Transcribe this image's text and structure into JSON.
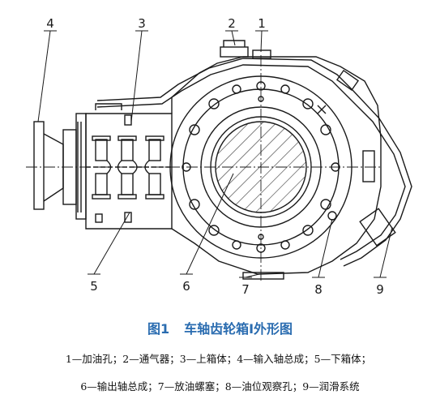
{
  "figure": {
    "number": "图1",
    "title": "车轴齿轮箱Ⅰ外形图"
  },
  "callouts": [
    "1",
    "2",
    "3",
    "4",
    "5",
    "6",
    "7",
    "8",
    "9"
  ],
  "legend": {
    "line1": "1—加油孔；2—通气器；3—上箱体；4—输入轴总成；5—下箱体；",
    "line2": "6—输出轴总成；7—放油螺塞；8—油位观察孔；9—润滑系统"
  },
  "colors": {
    "line": "#1a1a1a",
    "caption": "#2a6cb0"
  }
}
